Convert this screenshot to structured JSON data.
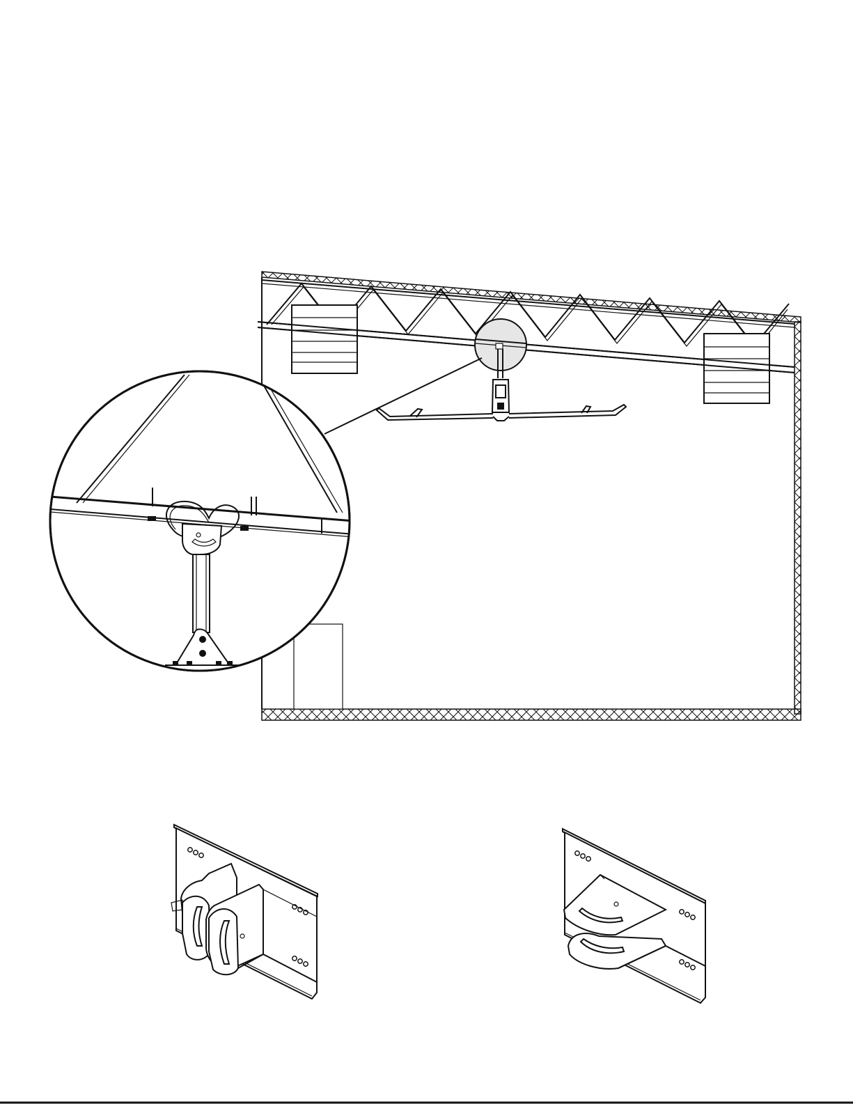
{
  "diagram": {
    "style": "line-art installation illustration",
    "ink_color": "#111111",
    "background_color": "#ffffff",
    "callout_fill": "#e6e6e6",
    "views": [
      "building-cross-section",
      "mount-detail-callout",
      "bracket-vertical-orientation",
      "bracket-horizontal-orientation"
    ]
  }
}
